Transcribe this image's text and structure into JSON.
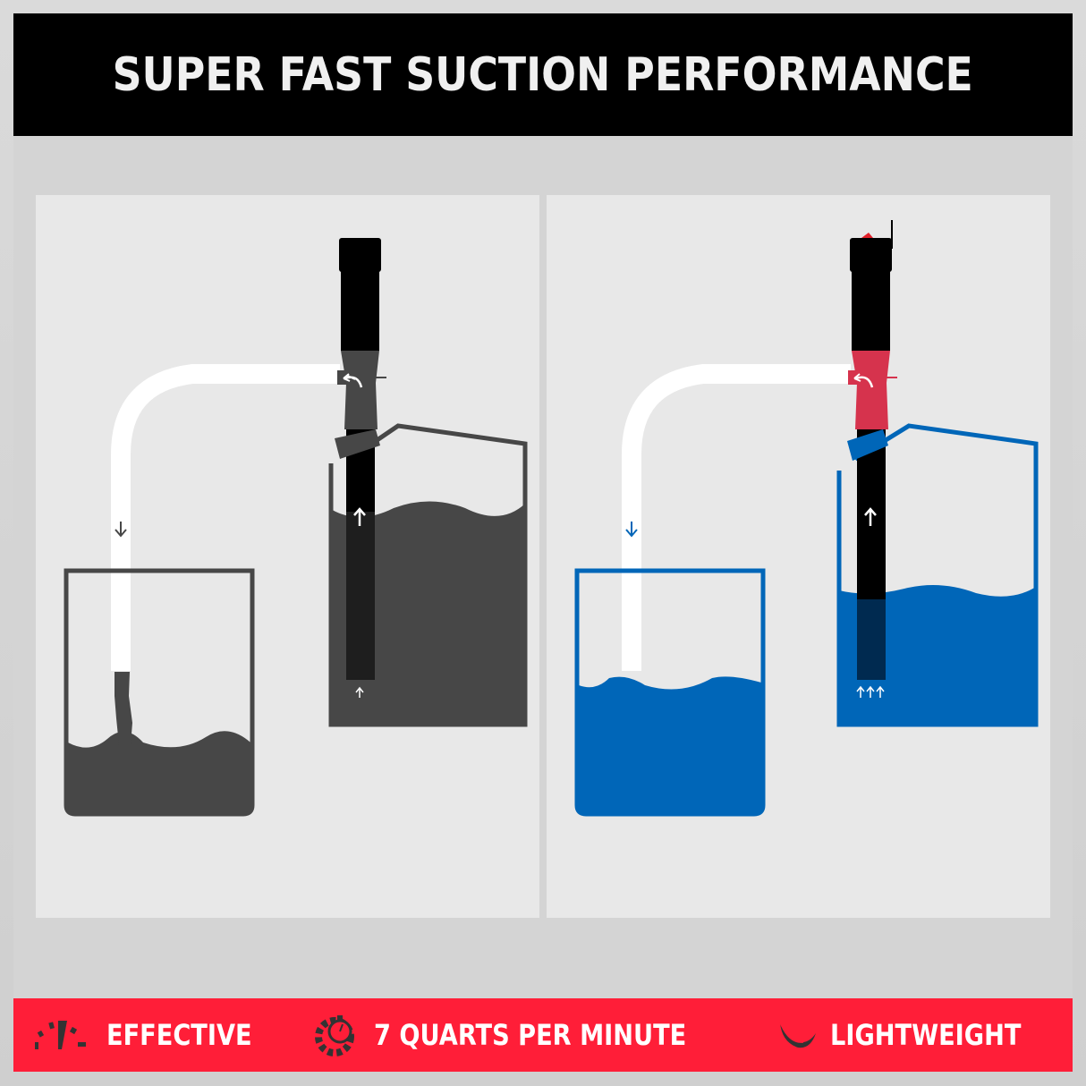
{
  "header": {
    "title": "SUPER FAST SUCTION PERFORMANCE"
  },
  "diagram": {
    "panels": [
      {
        "name": "standard-pump",
        "liquid_color": "#474747",
        "pump_accent_color": "#474747",
        "inlet_arrows": 1
      },
      {
        "name": "fast-pump",
        "liquid_color": "#0066b8",
        "pump_accent_color": "#d6334d",
        "inlet_arrows": 3
      }
    ]
  },
  "features": [
    {
      "icon": "speedometer-icon",
      "label": "EFFECTIVE"
    },
    {
      "icon": "gear-stopwatch-icon",
      "label": "7 QUARTS PER MINUTE"
    },
    {
      "icon": "feather-icon",
      "label": "LIGHTWEIGHT"
    }
  ],
  "colors": {
    "header_bg": "#000000",
    "feature_bar_bg": "#ff1e38",
    "panel_bg": "#e8e8e8",
    "gray_liquid": "#474747",
    "blue_liquid": "#0066b8",
    "red_pump": "#d6334d"
  }
}
